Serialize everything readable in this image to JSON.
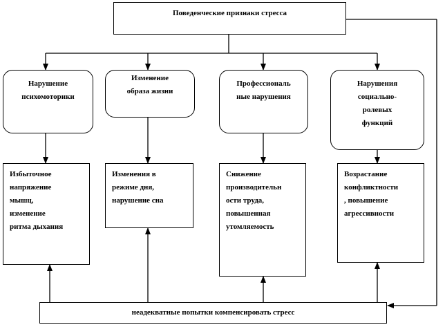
{
  "diagram": {
    "title": "Поведенческие признаки  стресса",
    "categories": [
      {
        "lines": [
          "Нарушение",
          "психомоторики"
        ]
      },
      {
        "lines": [
          "Изменение",
          "образа жизни"
        ]
      },
      {
        "lines": [
          "Профессиональ",
          "ные нарушения"
        ]
      },
      {
        "lines": [
          "Нарушения",
          "социально-",
          "ролевых",
          "функций"
        ]
      }
    ],
    "effects": [
      {
        "lines": [
          "Избыточное",
          "напряжение",
          "мышц,",
          "изменение",
          "ритма дыхания"
        ]
      },
      {
        "lines": [
          "Изменения в",
          "режиме дня,",
          "нарушение  сна"
        ]
      },
      {
        "lines": [
          "Снижение",
          "производительн",
          "ости труда,",
          "повышенная",
          "утомляемость"
        ]
      },
      {
        "lines": [
          "Возрастание",
          "конфликтности",
          ", повышение",
          "агрессивности"
        ]
      }
    ],
    "compensation": "неадекватные попытки  компенсировать  стресс"
  }
}
